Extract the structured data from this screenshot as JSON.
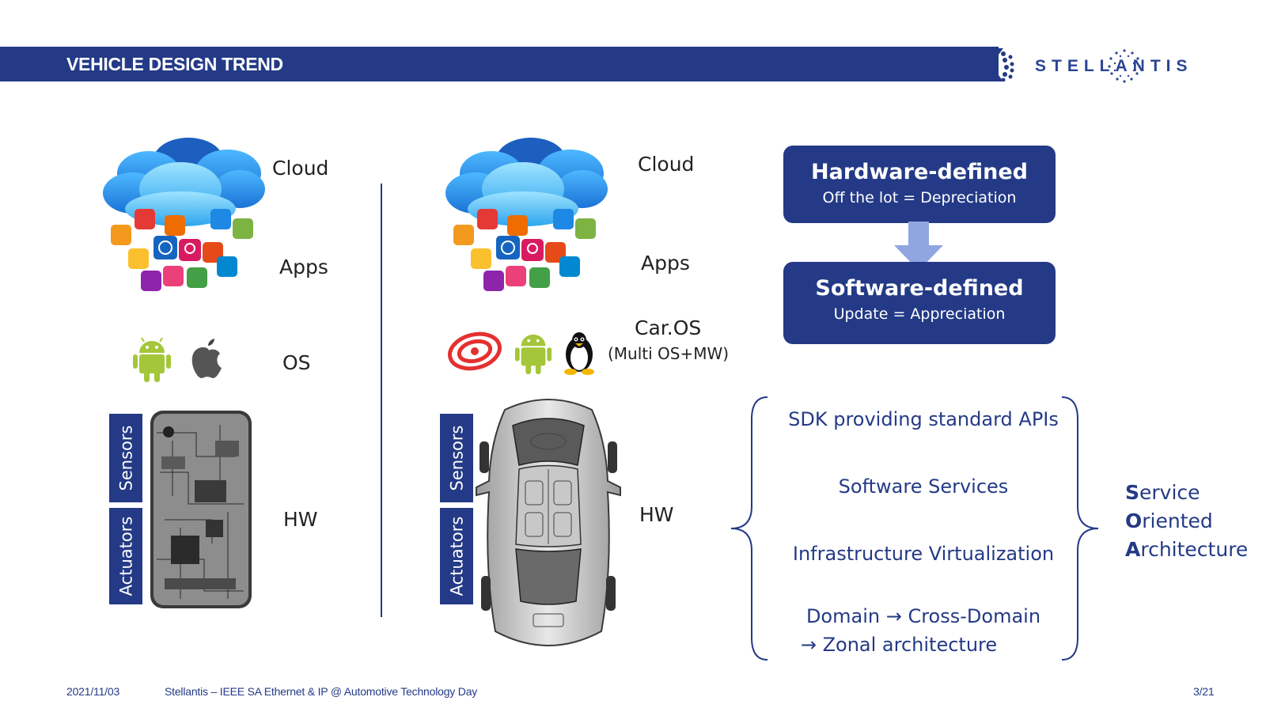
{
  "header": {
    "title": "VEHICLE DESIGN TREND",
    "brand": "STELLANTIS"
  },
  "left_stack": {
    "cloud_label": "Cloud",
    "apps_label": "Apps",
    "os_label": "OS",
    "hw_label": "HW",
    "sensors_label": "Sensors",
    "actuators_label": "Actuators"
  },
  "right_stack": {
    "cloud_label": "Cloud",
    "apps_label": "Apps",
    "os_label": "Car.OS",
    "os_sublabel": "(Multi OS+MW)",
    "hw_label": "HW",
    "sensors_label": "Sensors",
    "actuators_label": "Actuators"
  },
  "defined": {
    "hardware_title": "Hardware-defined",
    "hardware_sub": "Off the lot = Depreciation",
    "software_title": "Software-defined",
    "software_sub": "Update = Appreciation"
  },
  "soa_list": {
    "item1": "SDK providing standard APIs",
    "item2": "Software Services",
    "item3": "Infrastructure Virtualization",
    "item4_line1": "Domain → Cross-Domain",
    "item4_line2": "→ Zonal architecture"
  },
  "soa_acronym": {
    "s_letter": "S",
    "s_rest": "ervice",
    "o_letter": "O",
    "o_rest": "riented",
    "a_letter": "A",
    "a_rest": "rchitecture"
  },
  "footer": {
    "date": "2021/11/03",
    "event": "Stellantis – IEEE SA Ethernet & IP @ Automotive Technology Day",
    "page": "3/21"
  },
  "colors": {
    "brand_blue": "#243a86",
    "arrow_blue": "#8fa6e0",
    "android_green": "#a4c639"
  },
  "icons": [
    "cloud-apps-icon",
    "android-icon",
    "apple-icon",
    "phone-circuit-icon",
    "target-logo-icon",
    "linux-penguin-icon",
    "car-xray-icon"
  ]
}
